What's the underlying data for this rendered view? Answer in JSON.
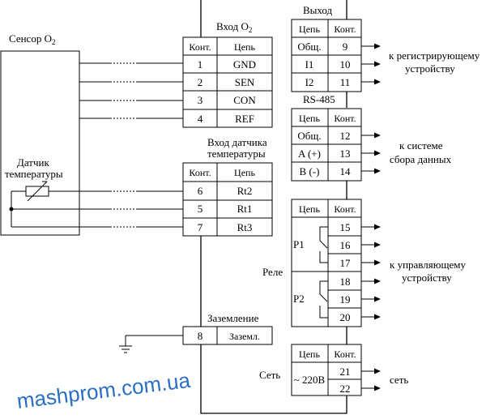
{
  "sensor": {
    "label": "Сенсор O",
    "sub": "2"
  },
  "temp_sensor": {
    "line1": "Датчик",
    "line2": "температуры"
  },
  "o2_input": {
    "title": "Вход O",
    "title_sub": "2",
    "header": [
      "Конт.",
      "Цепь"
    ],
    "rows": [
      {
        "pin": "1",
        "signal": "GND"
      },
      {
        "pin": "2",
        "signal": "SEN"
      },
      {
        "pin": "3",
        "signal": "CON"
      },
      {
        "pin": "4",
        "signal": "REF"
      }
    ]
  },
  "temp_input": {
    "title_line1": "Вход датчика",
    "title_line2": "температуры",
    "header": [
      "Конт.",
      "Цепь"
    ],
    "rows": [
      {
        "pin": "6",
        "signal": "Rt2"
      },
      {
        "pin": "5",
        "signal": "Rt1"
      },
      {
        "pin": "7",
        "signal": "Rt3"
      }
    ]
  },
  "ground": {
    "title": "Заземление",
    "row": {
      "pin": "8",
      "signal": "Заземл."
    }
  },
  "output": {
    "title": "Выход",
    "header": [
      "Цепь",
      "Конт."
    ],
    "rows": [
      {
        "signal": "Общ.",
        "pin": "9"
      },
      {
        "signal": "I1",
        "pin": "10"
      },
      {
        "signal": "I2",
        "pin": "11"
      }
    ],
    "destination_line1": "к регистрирующему",
    "destination_line2": "устройству"
  },
  "rs485": {
    "title": "RS-485",
    "header": [
      "Цепь",
      "Конт."
    ],
    "rows": [
      {
        "signal": "Общ.",
        "pin": "12"
      },
      {
        "signal": "A (+)",
        "pin": "13"
      },
      {
        "signal": "B (-)",
        "pin": "14"
      }
    ],
    "destination_line1": "к системе",
    "destination_line2": "сбора данных"
  },
  "relay": {
    "title": "Реле",
    "header": [
      "Цепь",
      "Конт."
    ],
    "p1": "P1",
    "p2": "P2",
    "pins": [
      "15",
      "16",
      "17",
      "18",
      "19",
      "20"
    ],
    "destination_line1": "к управляющему",
    "destination_line2": "устройству"
  },
  "power": {
    "title": "Сеть",
    "header": [
      "Цепь",
      "Конт."
    ],
    "signal": "~ 220В",
    "pins": [
      "21",
      "22"
    ],
    "destination": "сеть"
  },
  "watermark": "mashprom.com.ua"
}
